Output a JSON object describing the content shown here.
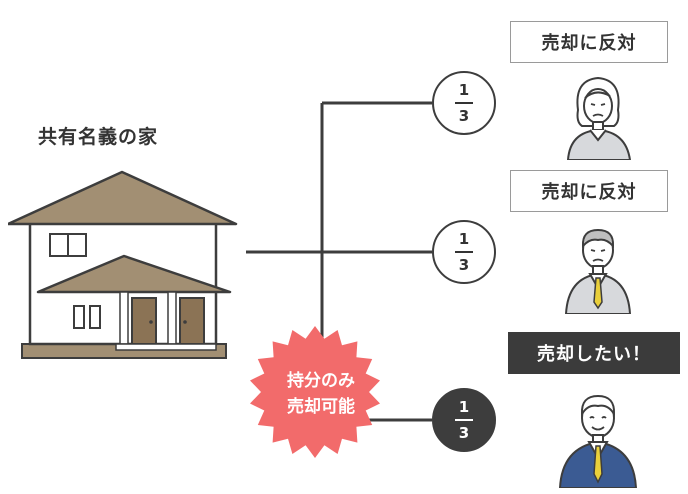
{
  "house": {
    "title": "共有名義の家"
  },
  "shares": [
    {
      "numerator": "1",
      "denominator": "3",
      "style": "outline"
    },
    {
      "numerator": "1",
      "denominator": "3",
      "style": "outline"
    },
    {
      "numerator": "1",
      "denominator": "3",
      "style": "filled"
    }
  ],
  "owners": [
    {
      "speech": "売却に反対",
      "bubble_style": "light",
      "figure": "woman-frowning-icon"
    },
    {
      "speech": "売却に反対",
      "bubble_style": "light",
      "figure": "man-in-gray-suit-frowning-icon"
    },
    {
      "speech": "売却したい！",
      "bubble_style": "dark",
      "figure": "man-in-blue-suit-smiling-icon"
    }
  ],
  "badge": {
    "line1": "持分のみ",
    "line2": "売却可能"
  },
  "colors": {
    "line": "#3d3d3d",
    "badge": "#f26b6b",
    "roof": "#a28f73",
    "door": "#8b7355",
    "suit_gray": "#d7d9dc",
    "suit_blue": "#3b5b93",
    "tie_yellow": "#e9cf3a"
  }
}
